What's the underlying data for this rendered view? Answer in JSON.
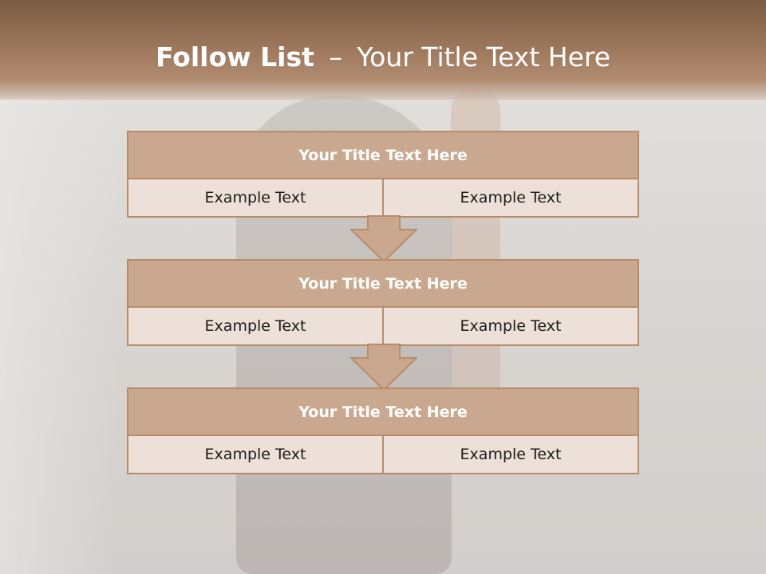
{
  "slide": {
    "title_bold": "Follow List",
    "title_separator": "–",
    "title_rest": "Your Title Text Here"
  },
  "blocks": [
    {
      "title": "Your Title Text Here",
      "items": [
        "Example Text",
        "Example Text"
      ]
    },
    {
      "title": "Your Title Text Here",
      "items": [
        "Example Text",
        "Example Text"
      ]
    },
    {
      "title": "Your Title Text Here",
      "items": [
        "Example Text",
        "Example Text"
      ]
    }
  ],
  "colors": {
    "header_band": "#9a7559",
    "box_title_fill": "#c9a88f",
    "box_cell_fill": "#ede0d8",
    "border": "#b88c67",
    "arrow_fill": "#c9a88f"
  }
}
